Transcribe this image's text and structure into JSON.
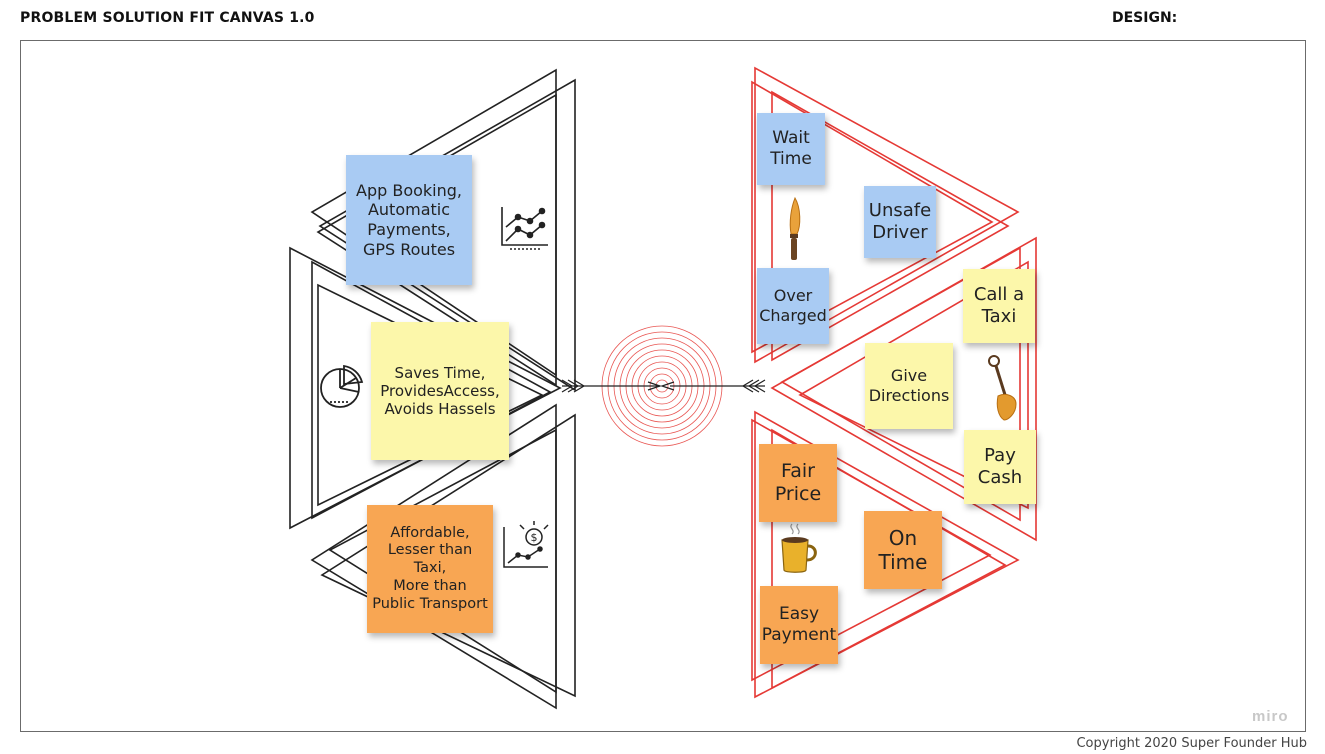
{
  "header": {
    "title": "PROBLEM SOLUTION FIT CANVAS 1.0",
    "design_label": "DESIGN:"
  },
  "footer": {
    "copyright": "Copyright 2020 Super Founder Hub",
    "watermark": "miro"
  },
  "colors": {
    "blue_note": "#a9cbf3",
    "yellow_note": "#fcf7aa",
    "orange_note": "#f8a653",
    "red_lines": "#e53935",
    "dark_lines": "#222222"
  },
  "notes": {
    "app_booking": "App Booking,\nAutomatic\nPayments,\nGPS Routes",
    "saves_time": "Saves Time,\nProvidesAccess,\nAvoids Hassels",
    "affordable": "Affordable,\nLesser than Taxi,\nMore than\nPublic Transport",
    "wait_time": "Wait\nTime",
    "unsafe_driver": "Unsafe\nDriver",
    "over_charged": "Over\nCharged",
    "call_taxi": "Call a\nTaxi",
    "give_directions": "Give\nDirections",
    "pay_cash": "Pay\nCash",
    "fair_price": "Fair\nPrice",
    "on_time": "On\nTime",
    "easy_payment": "Easy\nPayment"
  },
  "icons": [
    "line-chart-icon",
    "pie-chart-icon",
    "dollar-growth-chart-icon",
    "knife-icon",
    "shovel-icon",
    "coffee-mug-icon",
    "target-icon",
    "arrow-icon"
  ]
}
